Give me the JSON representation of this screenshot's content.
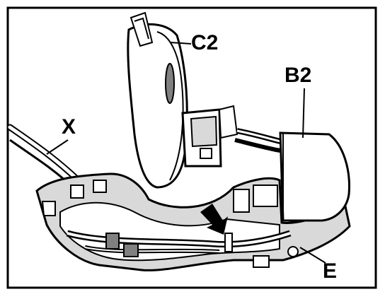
{
  "figure": {
    "labels": {
      "c2": "C2",
      "b2": "B2",
      "x": "X",
      "e": "E"
    },
    "colors": {
      "ink": "#000000",
      "paper": "#ffffff",
      "shade": "#d9d9d9",
      "dark_shade": "#808080"
    }
  }
}
